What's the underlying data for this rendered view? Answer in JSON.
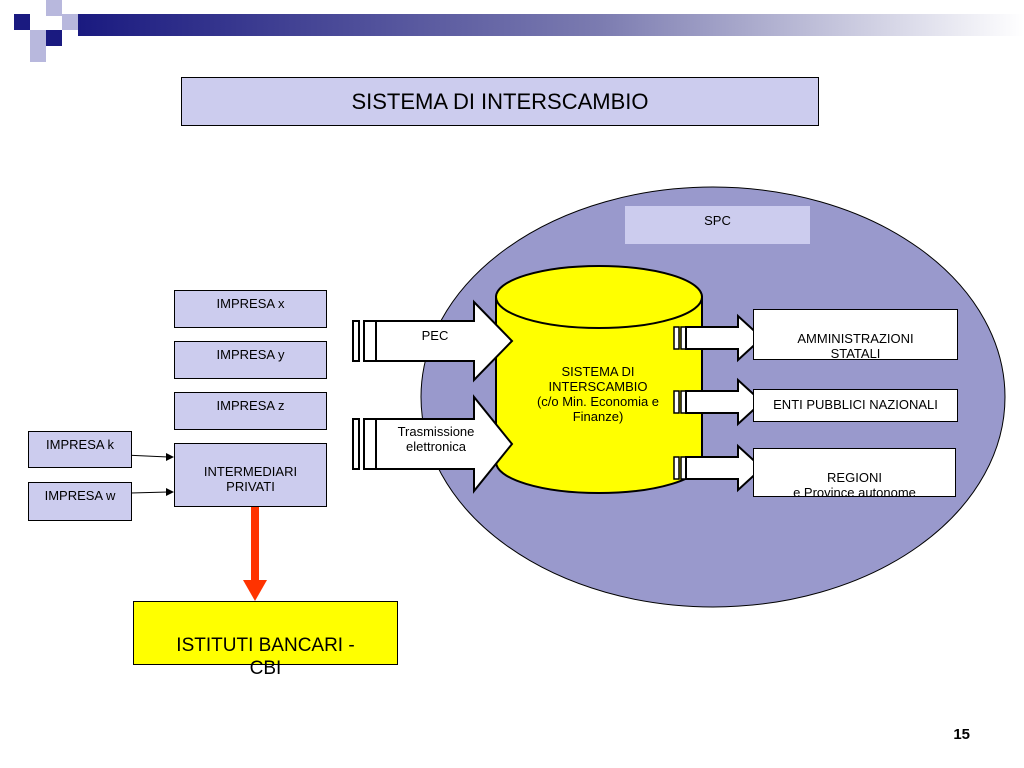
{
  "title": "SISTEMA DI INTERSCAMBIO",
  "spc_label": "SPC",
  "companies": {
    "x": "IMPRESA x",
    "y": "IMPRESA y",
    "z": "IMPRESA z",
    "k": "IMPRESA k",
    "w": "IMPRESA w"
  },
  "intermediari": "INTERMEDIARI\nPRIVATI",
  "channels": {
    "pec": "PEC",
    "trasmissione": "Trasmissione\nelettronica"
  },
  "hub": {
    "line1": "SISTEMA DI",
    "line2": "INTERSCAMBIO",
    "line3": "(c/o Min. Economia e",
    "line4": "Finanze)"
  },
  "destinations": {
    "amministrazioni": "AMMINISTRAZIONI\nSTATALI",
    "enti": "ENTI PUBBLICI NAZIONALI",
    "regioni": "REGIONI\ne Province autonome"
  },
  "banks": "ISTITUTI BANCARI  -\nCBI",
  "page_number": "15",
  "colors": {
    "navy": "#1a1a80",
    "lavender_box": "#ccccee",
    "ellipse_fill": "#9999cc",
    "cylinder_fill": "#ffff00",
    "banks_fill": "#ffff00",
    "red_arrow": "#ff3300"
  }
}
